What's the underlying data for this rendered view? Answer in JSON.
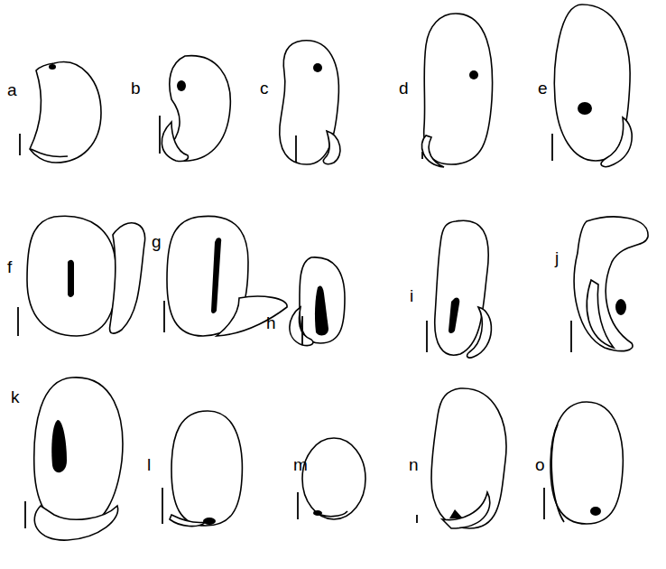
{
  "diagram": {
    "labels": [
      "a",
      "b",
      "c",
      "d",
      "e",
      "f",
      "g",
      "h",
      "i",
      "j",
      "k",
      "l",
      "m",
      "n",
      "o"
    ]
  }
}
